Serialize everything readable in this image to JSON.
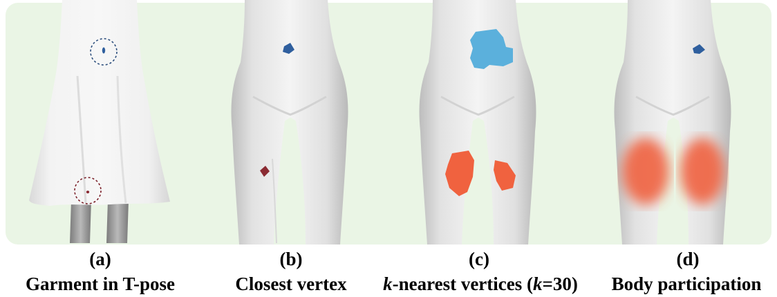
{
  "colors": {
    "background_panel": "#eaf5e5",
    "body_surface": "#ececec",
    "garment_surface": "#f1f1f1",
    "marker_blue": "#2f5f9e",
    "region_light_blue": "#5bb0dc",
    "marker_red": "#8a2a32",
    "region_orange": "#f0623f"
  },
  "panels": [
    {
      "id": "a",
      "letter": "(a)",
      "caption": "Garment in T-pose"
    },
    {
      "id": "b",
      "letter": "(b)",
      "caption": "Closest vertex"
    },
    {
      "id": "c",
      "letter": "(c)",
      "caption_prefix": "k",
      "caption_mid": "-nearest vertices (",
      "caption_var": "k",
      "caption_suffix": "=30)"
    },
    {
      "id": "d",
      "letter": "(d)",
      "caption": "Body participation"
    }
  ]
}
